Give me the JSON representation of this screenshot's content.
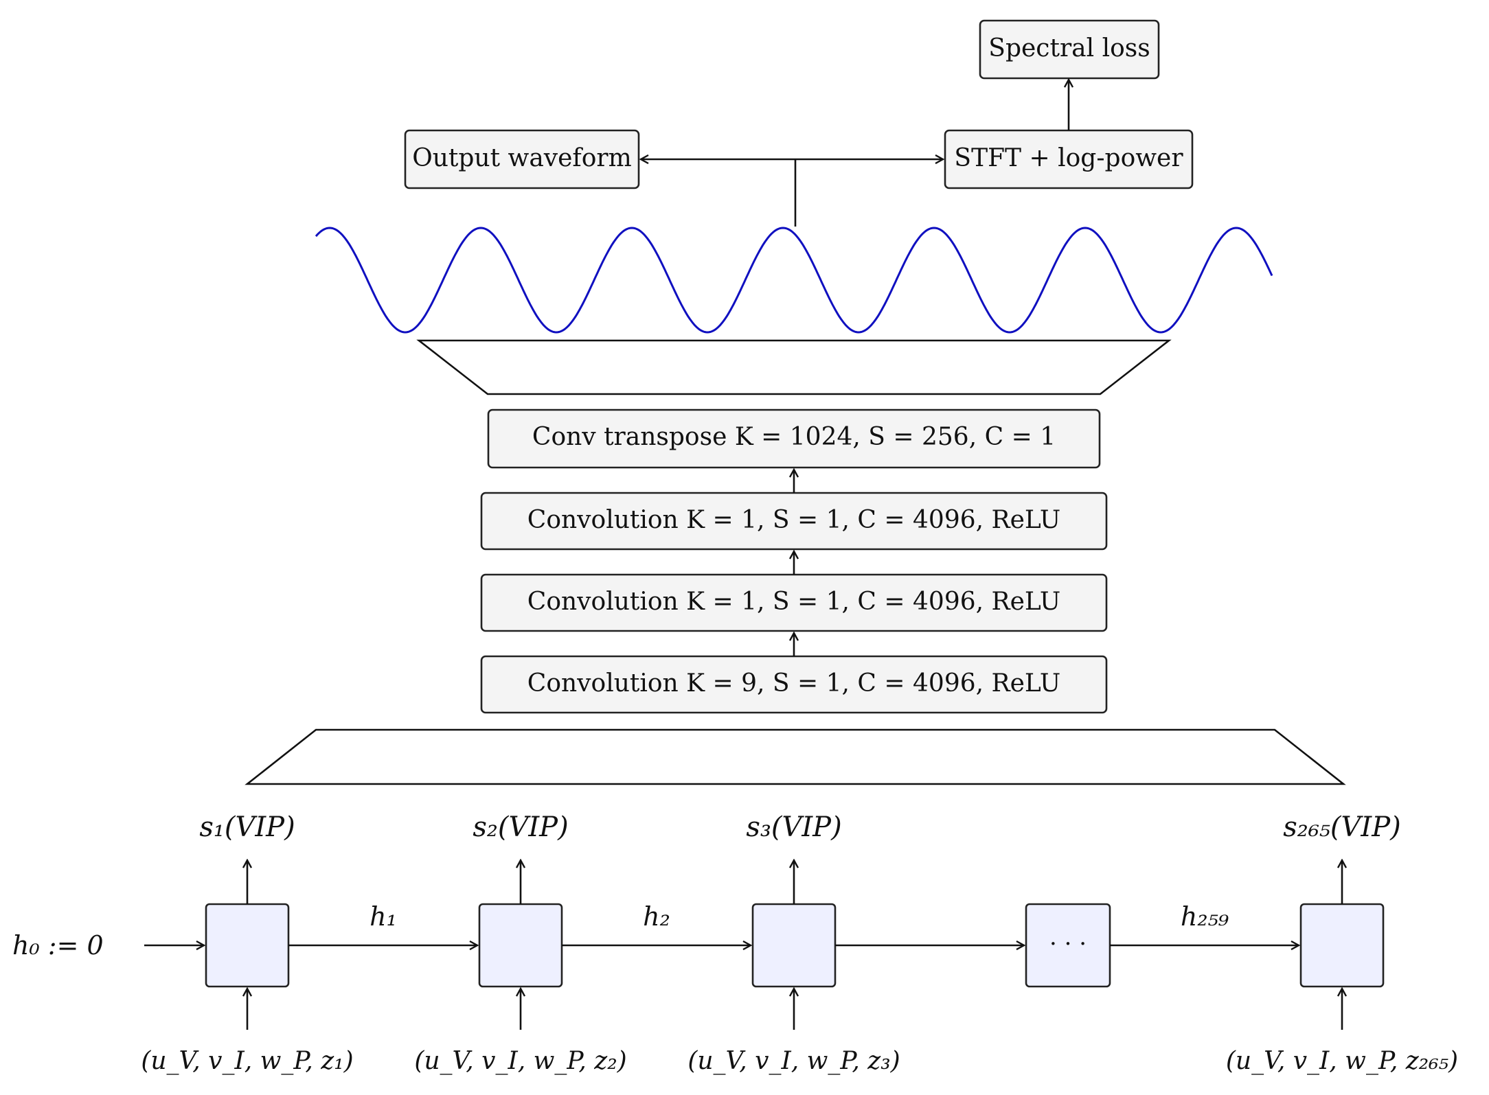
{
  "boxes": {
    "spectral_loss": "Spectral loss",
    "output_waveform": "Output waveform",
    "stft": "STFT + log-power",
    "conv_transpose": "Conv transpose K = 1024, S = 256, C = 1",
    "conv3": "Convolution K = 1, S = 1, C = 4096, ReLU",
    "conv2": "Convolution K = 1, S = 1, C = 4096, ReLU",
    "conv1": "Convolution K = 9, S = 1, C = 4096, ReLU"
  },
  "rnn": {
    "h0": "h₀ := 0",
    "ellipsis": "· · ·",
    "hidden": [
      "h₁",
      "h₂",
      "h₂₅₉"
    ],
    "outputs": [
      "s₁(VIP)",
      "s₂(VIP)",
      "s₃(VIP)",
      "s₂₆₅(VIP)"
    ],
    "inputs": [
      "(u_V, v_I, w_P, z₁)",
      "(u_V, v_I, w_P, z₂)",
      "(u_V, v_I, w_P, z₃)",
      "(u_V, v_I, w_P, z₂₆₅)"
    ]
  },
  "colors": {
    "waveform": "#1010c0",
    "cell_fill": "#eef0ff",
    "box_fill": "#f4f4f4"
  }
}
